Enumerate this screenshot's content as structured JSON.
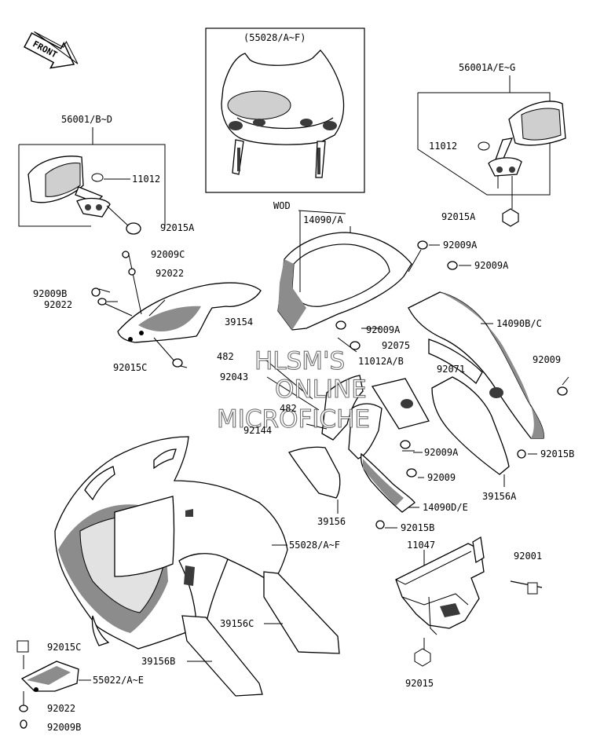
{
  "front_arrow": {
    "label": "FRONT",
    "icon": "front-arrow-icon"
  },
  "note": "WOD",
  "watermark": [
    "HLSM'S",
    "ONLINE",
    "MICROFICHE"
  ],
  "labels": {
    "l_55028_top": "(55028/A~F)",
    "l_56001a": "56001A/E~G",
    "l_56001b": "56001/B~D",
    "l_11012_r": "11012",
    "l_11012_l": "11012",
    "l_92015a_r": "92015A",
    "l_92015a_l": "92015A",
    "l_14090a": "14090/A",
    "l_92009a_1": "92009A",
    "l_92009a_2": "92009A",
    "l_92009c": "92009C",
    "l_92022_a": "92022",
    "l_92009b_a": "92009B",
    "l_92022_b": "92022",
    "l_39154": "39154",
    "l_14090bc": "14090B/C",
    "l_92009a_3": "92009A",
    "l_92075": "92075",
    "l_482_a": "482",
    "l_11012ab": "11012A/B",
    "l_92043": "92043",
    "l_92015c_a": "92015C",
    "l_92071": "92071",
    "l_92009_r": "92009",
    "l_482_b": "482",
    "l_92144": "92144",
    "l_92009a_4": "92009A",
    "l_92015b_r": "92015B",
    "l_92009_m": "92009",
    "l_39156a": "39156A",
    "l_14090de": "14090D/E",
    "l_39156": "39156",
    "l_92015b_m": "92015B",
    "l_11047": "11047",
    "l_92001": "92001",
    "l_55028": "55028/A~F",
    "l_39156c": "39156C",
    "l_92015c_b": "92015C",
    "l_39156b": "39156B",
    "l_55022": "55022/A~E",
    "l_92015": "92015",
    "l_92022_c": "92022",
    "l_92009b_b": "92009B"
  }
}
